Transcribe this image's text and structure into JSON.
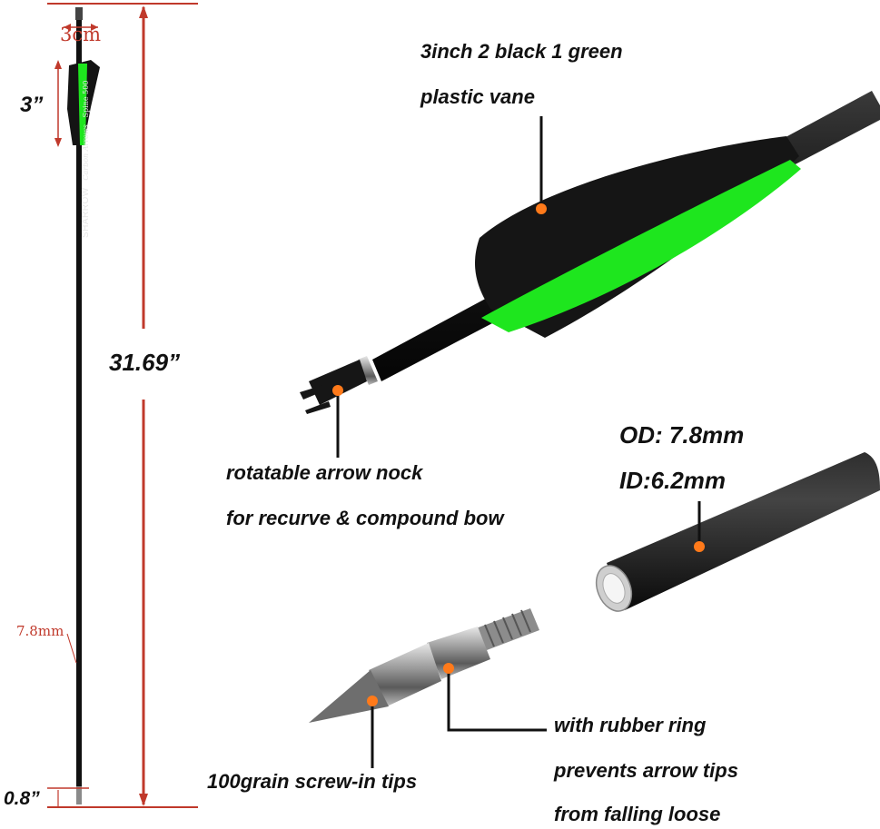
{
  "colors": {
    "measure_red": "#c0392b",
    "vane_green": "#1ee61e",
    "shaft_black": "#111111",
    "marker_orange": "#ff7a1a"
  },
  "dimensions": {
    "vane_width": "3cm",
    "vane_length": "3”",
    "total_length": "31.69”",
    "shaft_diameter": "7.8mm",
    "tip_length": "0.8”"
  },
  "shaft_print": {
    "brand": "SHARROW",
    "type": "Carbon Arrows",
    "spine": "Spine 500"
  },
  "callouts": {
    "vane_line1": "3inch 2 black 1 green",
    "vane_line2": "plastic vane",
    "nock_line1": "rotatable arrow nock",
    "nock_line2": "for recurve & compound bow",
    "od": "OD: 7.8mm",
    "id": "ID:6.2mm",
    "tip": "100grain screw-in tips",
    "ring_line1": "with rubber ring",
    "ring_line2": "prevents arrow tips",
    "ring_line3": "from falling loose"
  }
}
